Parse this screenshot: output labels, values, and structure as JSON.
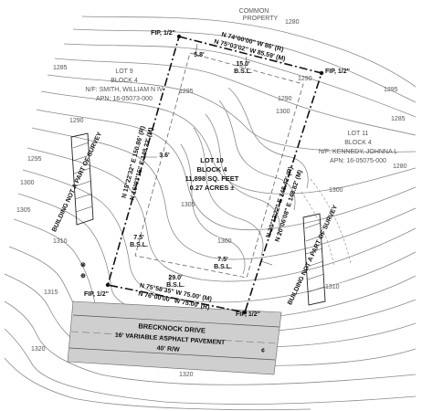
{
  "adjacent": {
    "common": [
      "COMMON",
      "PROPERTY"
    ],
    "lot9": [
      "LOT 9",
      "BLOCK 4",
      "N/F: SMITH, WILLIAM N IV",
      "APN: 16-05073-000"
    ],
    "lot11": [
      "LOT 11",
      "BLOCK 4",
      "N/F: KENNEDY, JOHNNA L",
      "APN: 16-05075-000"
    ]
  },
  "lot": {
    "lines": [
      "LOT 10",
      "BLOCK 4",
      "11,898 SQ. FEET",
      "0.27 ACRES ±"
    ]
  },
  "bearings": {
    "north_record": "N 74°00'00\" W 86' (R)",
    "north_measured": "N 75°03'02\" W 85.59' (M)",
    "south_measured": "N 75°58'35\" W 75.00' (M)",
    "south_record": "N 76°00'00\" W 75.00' (R)",
    "west_record": "N 15°22'32\" E 150.86' (R)",
    "west_measured": "N 16°03'15\" E 148.22' (M)",
    "east_record": "N 20°13'22\" E 148.43' (R)",
    "east_measured": "N 20°06'08\" E 148.82' (M)"
  },
  "fip": {
    "nw": "FIP, 1/2\"",
    "ne": "FIP, 1/2\"",
    "sw": "FIP, 1/2\"",
    "se": "FIP, 1/2\""
  },
  "setbacks": {
    "north_value": "15.0'",
    "north_bsl": "B.S.L.",
    "west_top": "5.8'",
    "west_mid": "3.6'",
    "west_low": "7.5'",
    "west_low_bsl": "B.S.L.",
    "east_value": "7.5'",
    "east_bsl": "B.S.L.",
    "south_value": "29.0'",
    "south_bsl": "B.S.L."
  },
  "contour_labels": [
    "1280",
    "1285",
    "1290",
    "1295",
    "1300",
    "1305",
    "1310",
    "1315",
    "1320",
    "1295",
    "1290",
    "1300",
    "1305",
    "1320",
    "1300",
    "1290",
    "1295",
    "1285",
    "1280",
    "1300",
    "1310"
  ],
  "notes": {
    "left": "BUILDING NOT A PART OF SURVEY",
    "right": "BUILDING NOT A PART OF SURVEY"
  },
  "road": {
    "name": "BRECKNOCK DRIVE",
    "pavement": "16' VARIABLE ASPHALT PAVEMENT",
    "row": "40' R/W"
  },
  "misc": {
    "centerline": "¢",
    "utility_a": "⊗",
    "utility_b": "⊕"
  }
}
